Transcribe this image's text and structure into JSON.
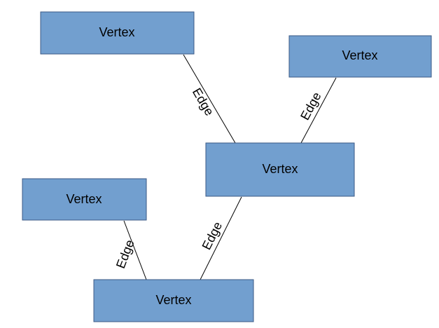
{
  "colors": {
    "vertex_fill": "#729fcf",
    "vertex_border": "#3b5a86",
    "edge": "#000000",
    "text": "#000000",
    "background": "#ffffff"
  },
  "vertices": [
    {
      "id": "v1",
      "label": "Vertex"
    },
    {
      "id": "v2",
      "label": "Vertex"
    },
    {
      "id": "v3",
      "label": "Vertex"
    },
    {
      "id": "v4",
      "label": "Vertex"
    },
    {
      "id": "v5",
      "label": "Vertex"
    }
  ],
  "edges": [
    {
      "from": "v1",
      "to": "v3",
      "label": "Edge"
    },
    {
      "from": "v2",
      "to": "v3",
      "label": "Edge"
    },
    {
      "from": "v3",
      "to": "v5",
      "label": "Edge"
    },
    {
      "from": "v4",
      "to": "v5",
      "label": "Edge"
    }
  ]
}
